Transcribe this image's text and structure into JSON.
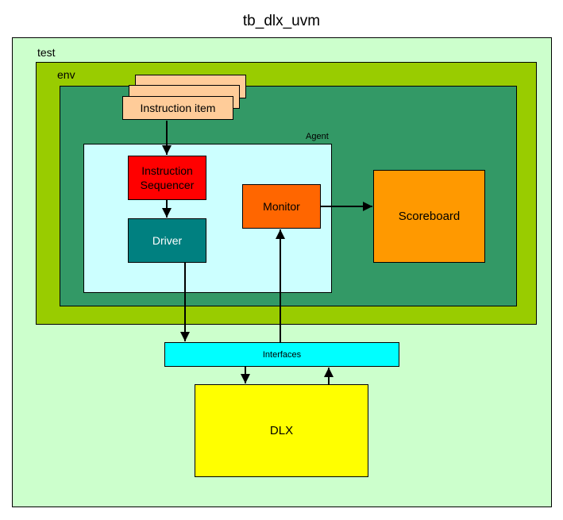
{
  "title": "tb_dlx_uvm",
  "labels": {
    "test": "test",
    "env": "env",
    "agent": "Agent"
  },
  "blocks": {
    "instruction_item": "Instruction item",
    "instruction_sequencer": "Instruction Sequencer",
    "driver": "Driver",
    "monitor": "Monitor",
    "scoreboard": "Scoreboard",
    "interfaces": "Interfaces",
    "dlx": "DLX"
  },
  "colors": {
    "test": "#ccffcc",
    "env": "#99cc00",
    "env_inner": "#339966",
    "agent": "#ccffff",
    "instruction_item": "#ffcc99",
    "instruction_sequencer": "#ff0000",
    "driver": "#008080",
    "monitor": "#ff6600",
    "scoreboard": "#ff9900",
    "interfaces": "#00ffff",
    "dlx": "#ffff00"
  }
}
